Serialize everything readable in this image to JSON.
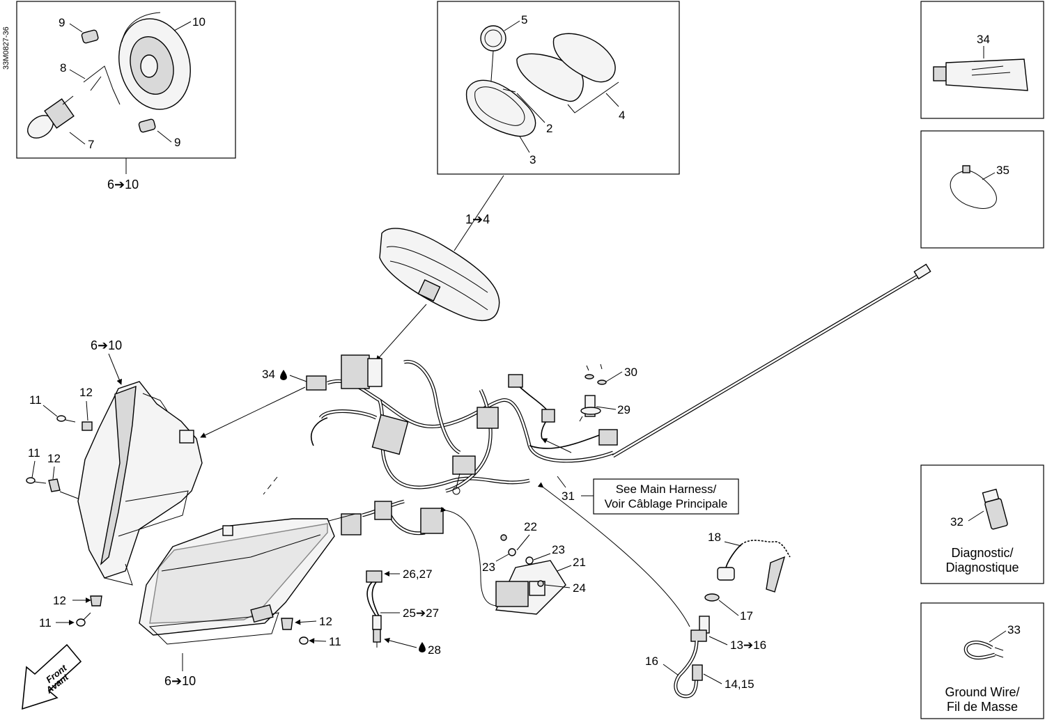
{
  "drawing_code": "33M0827-36",
  "callouts": {
    "c9a": "9",
    "c10": "10",
    "c8": "8",
    "c7": "7",
    "c9b": "9",
    "c6to10_top": "6➔10",
    "c5": "5",
    "c2": "2",
    "c3": "3",
    "c4": "4",
    "c1to4": "1➔4",
    "c34_top": "34",
    "c35": "35",
    "c6to10_mid": "6➔10",
    "c34drop": "34",
    "c30": "30",
    "c29": "29",
    "c11a": "11",
    "c12a": "12",
    "c11b": "11",
    "c12b": "12",
    "c31": "31",
    "c22": "22",
    "c23a": "23",
    "c23b": "23",
    "c21": "21",
    "c24": "24",
    "c26_27": "26,27",
    "c25to27": "25➔27",
    "c28": "28",
    "c12c": "12",
    "c11c": "11",
    "c12d": "12",
    "c11d": "11",
    "c6to10_bot": "6➔10",
    "c18": "18",
    "c17": "17",
    "c13to16": "13➔16",
    "c16": "16",
    "c14_15": "14,15",
    "c32": "32",
    "c33": "33"
  },
  "note_box": {
    "line1": "See Main Harness/",
    "line2": "Voir Câblage Principale"
  },
  "diagnostic_box": {
    "line1": "Diagnostic/",
    "line2": "Diagnostique"
  },
  "ground_box": {
    "line1": "Ground Wire/",
    "line2": "Fil de Masse"
  },
  "front_arrow": {
    "line1": "Front",
    "line2": "Avant"
  }
}
